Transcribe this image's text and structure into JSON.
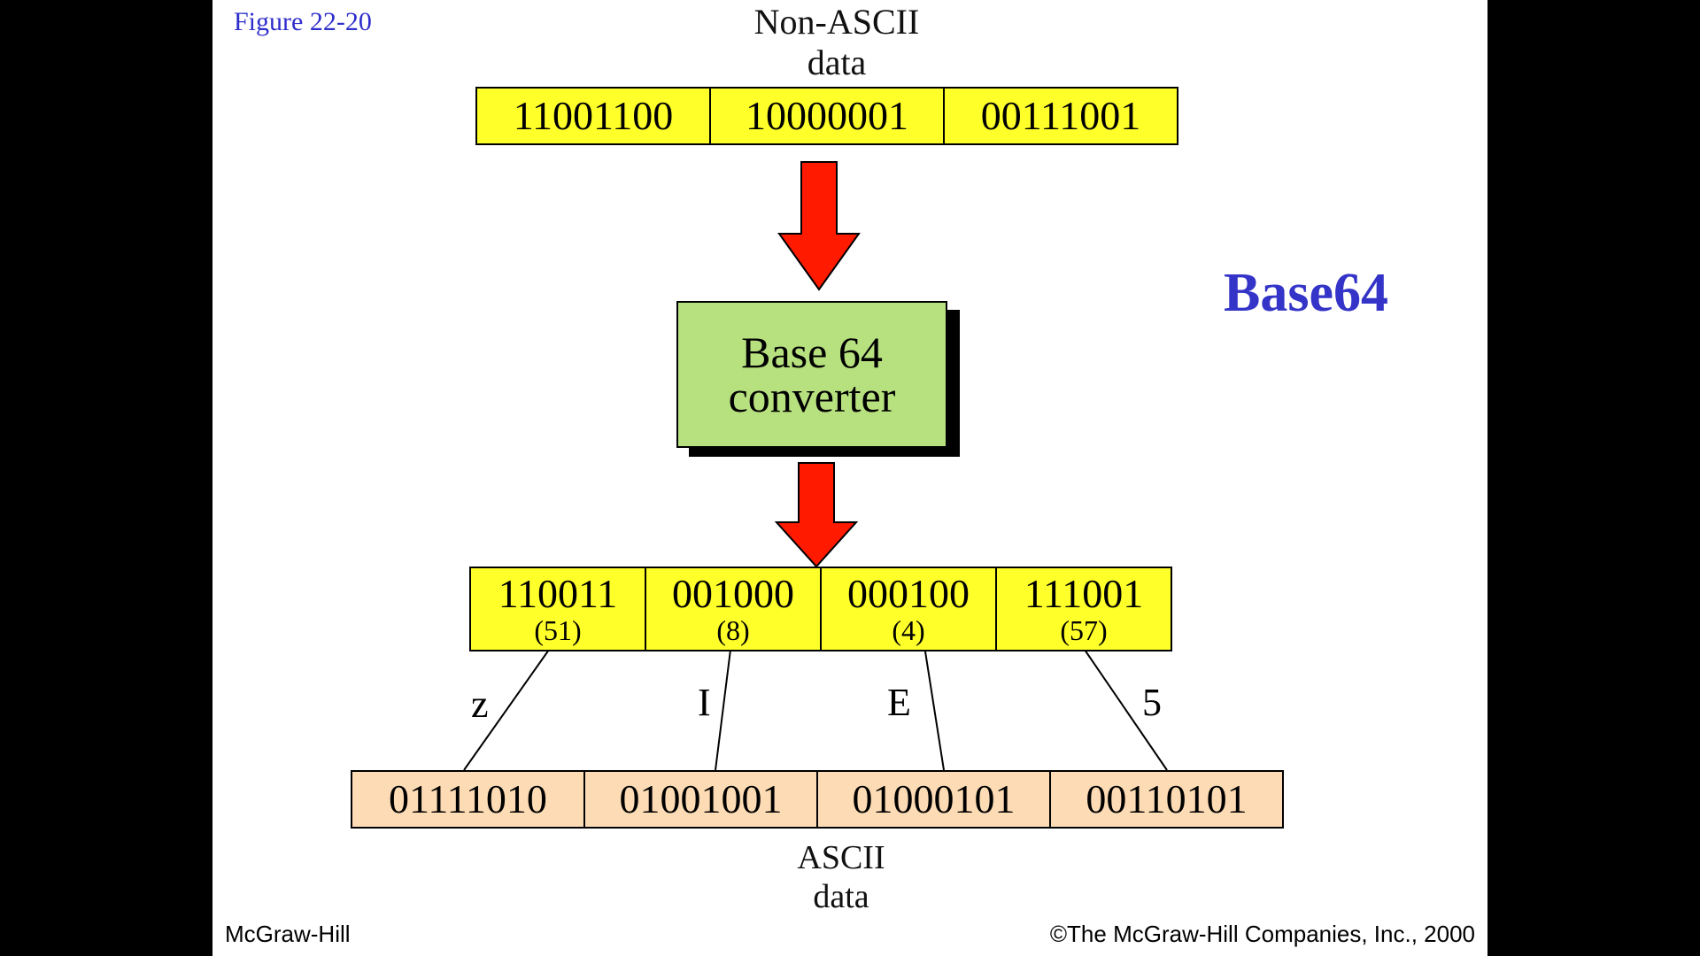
{
  "figure_label": "Figure  22-20",
  "title": "Base64",
  "top_caption": [
    "Non-ASCII",
    "data"
  ],
  "input_bytes": [
    "11001100",
    "10000001",
    "00111001"
  ],
  "converter_label": [
    "Base 64",
    "converter"
  ],
  "sextets": [
    {
      "bits": "110011",
      "value": "(51)"
    },
    {
      "bits": "001000",
      "value": "(8)"
    },
    {
      "bits": "000100",
      "value": "(4)"
    },
    {
      "bits": "111001",
      "value": "(57)"
    }
  ],
  "letters": [
    "z",
    "I",
    "E",
    "5"
  ],
  "ascii_bytes": [
    "01111010",
    "01001001",
    "01000101",
    "00110101"
  ],
  "bottom_caption": [
    "ASCII",
    "data"
  ],
  "footer": {
    "left": "McGraw-Hill",
    "right": "©The McGraw-Hill Companies, Inc., 2000"
  },
  "colors": {
    "arrow": "#ff1a00",
    "input_cell": "#ffff2a",
    "converter": "#b7e07f",
    "ascii_cell": "#fddcb5",
    "title": "#3434c8"
  }
}
